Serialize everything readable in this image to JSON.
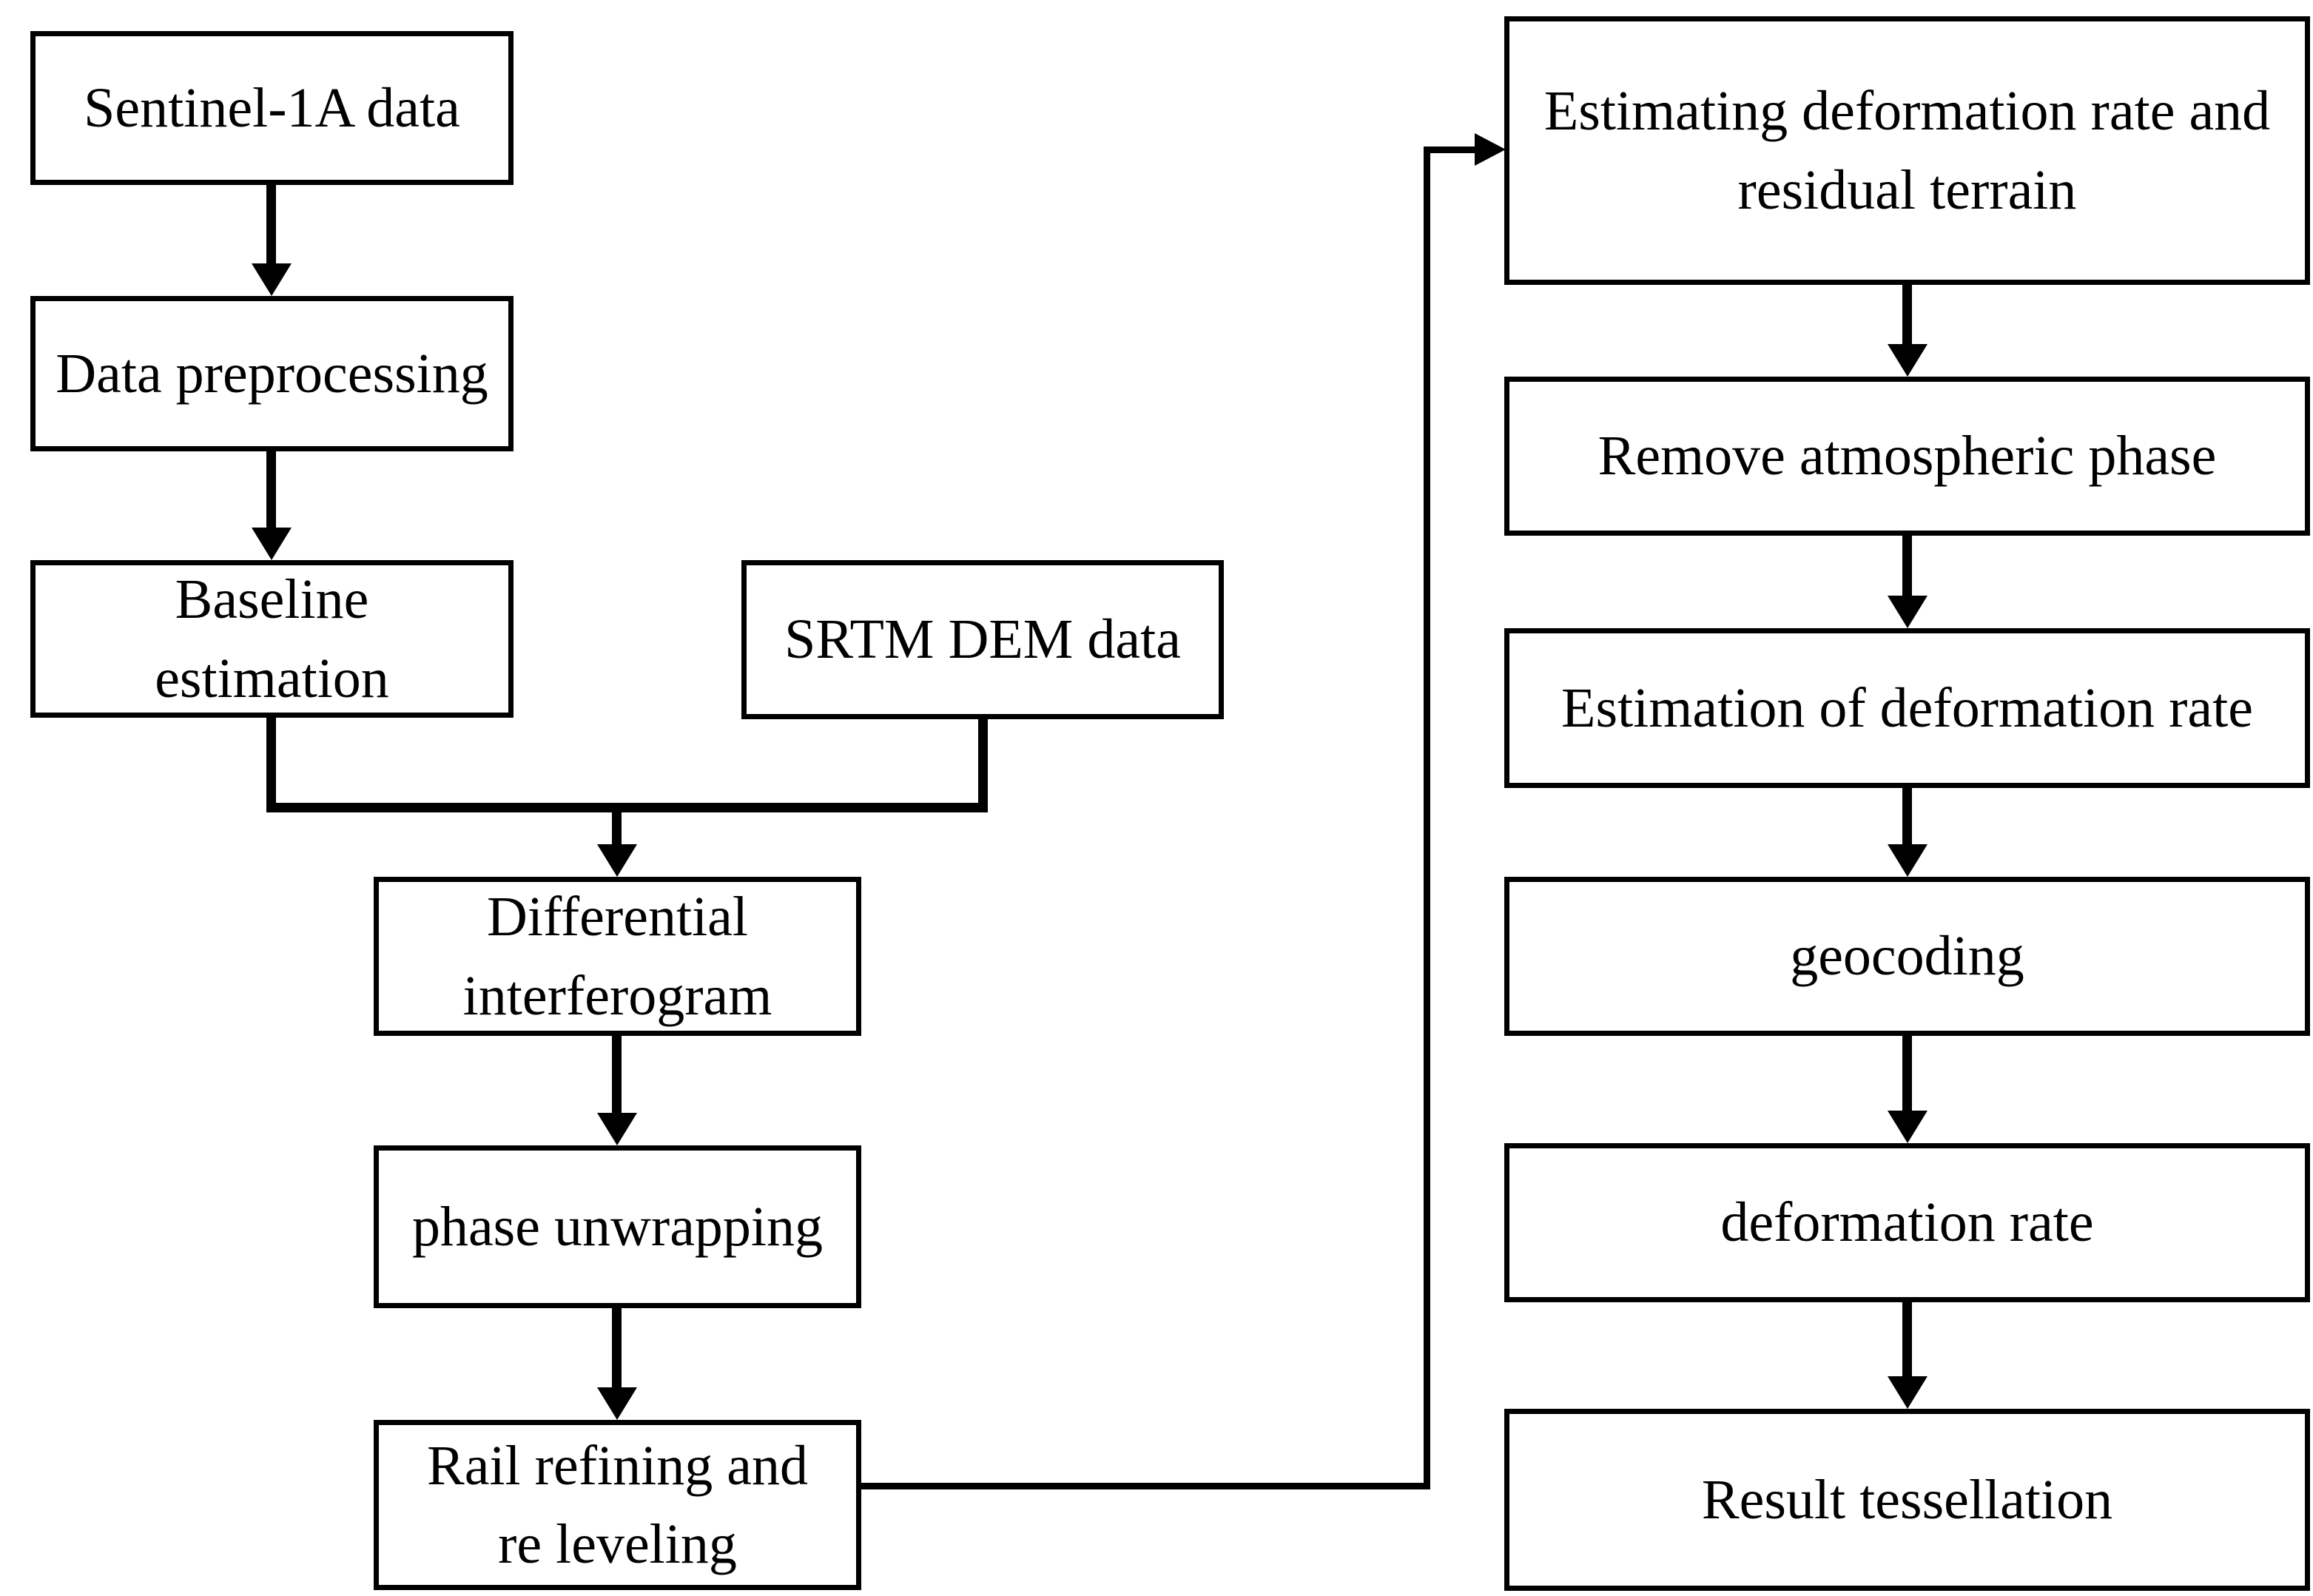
{
  "diagram": {
    "type": "flowchart",
    "background_color": "#ffffff",
    "line_color": "#000000",
    "nodes": {
      "sentinel": {
        "label": "Sentinel-1A data"
      },
      "preprocessing": {
        "label": "Data preprocessing"
      },
      "baseline": {
        "label": "Baseline\nestimation"
      },
      "srtm": {
        "label": "SRTM DEM data"
      },
      "differential": {
        "label": "Differential\ninterferogram"
      },
      "unwrapping": {
        "label": "phase unwrapping"
      },
      "rail": {
        "label": "Rail refining and\nre leveling"
      },
      "estimating": {
        "label": "Estimating deformation rate and\nresidual terrain"
      },
      "remove": {
        "label": "Remove atmospheric phase"
      },
      "estimation": {
        "label": "Estimation of deformation rate"
      },
      "geocoding": {
        "label": "geocoding"
      },
      "deformation": {
        "label": "deformation rate"
      },
      "result": {
        "label": "Result tessellation"
      }
    },
    "edges": [
      {
        "from": "sentinel",
        "to": "preprocessing"
      },
      {
        "from": "preprocessing",
        "to": "baseline"
      },
      {
        "from": "baseline",
        "to": "differential"
      },
      {
        "from": "srtm",
        "to": "differential"
      },
      {
        "from": "differential",
        "to": "unwrapping"
      },
      {
        "from": "unwrapping",
        "to": "rail"
      },
      {
        "from": "rail",
        "to": "estimating"
      },
      {
        "from": "estimating",
        "to": "remove"
      },
      {
        "from": "remove",
        "to": "estimation"
      },
      {
        "from": "estimation",
        "to": "geocoding"
      },
      {
        "from": "geocoding",
        "to": "deformation"
      },
      {
        "from": "deformation",
        "to": "result"
      }
    ]
  }
}
